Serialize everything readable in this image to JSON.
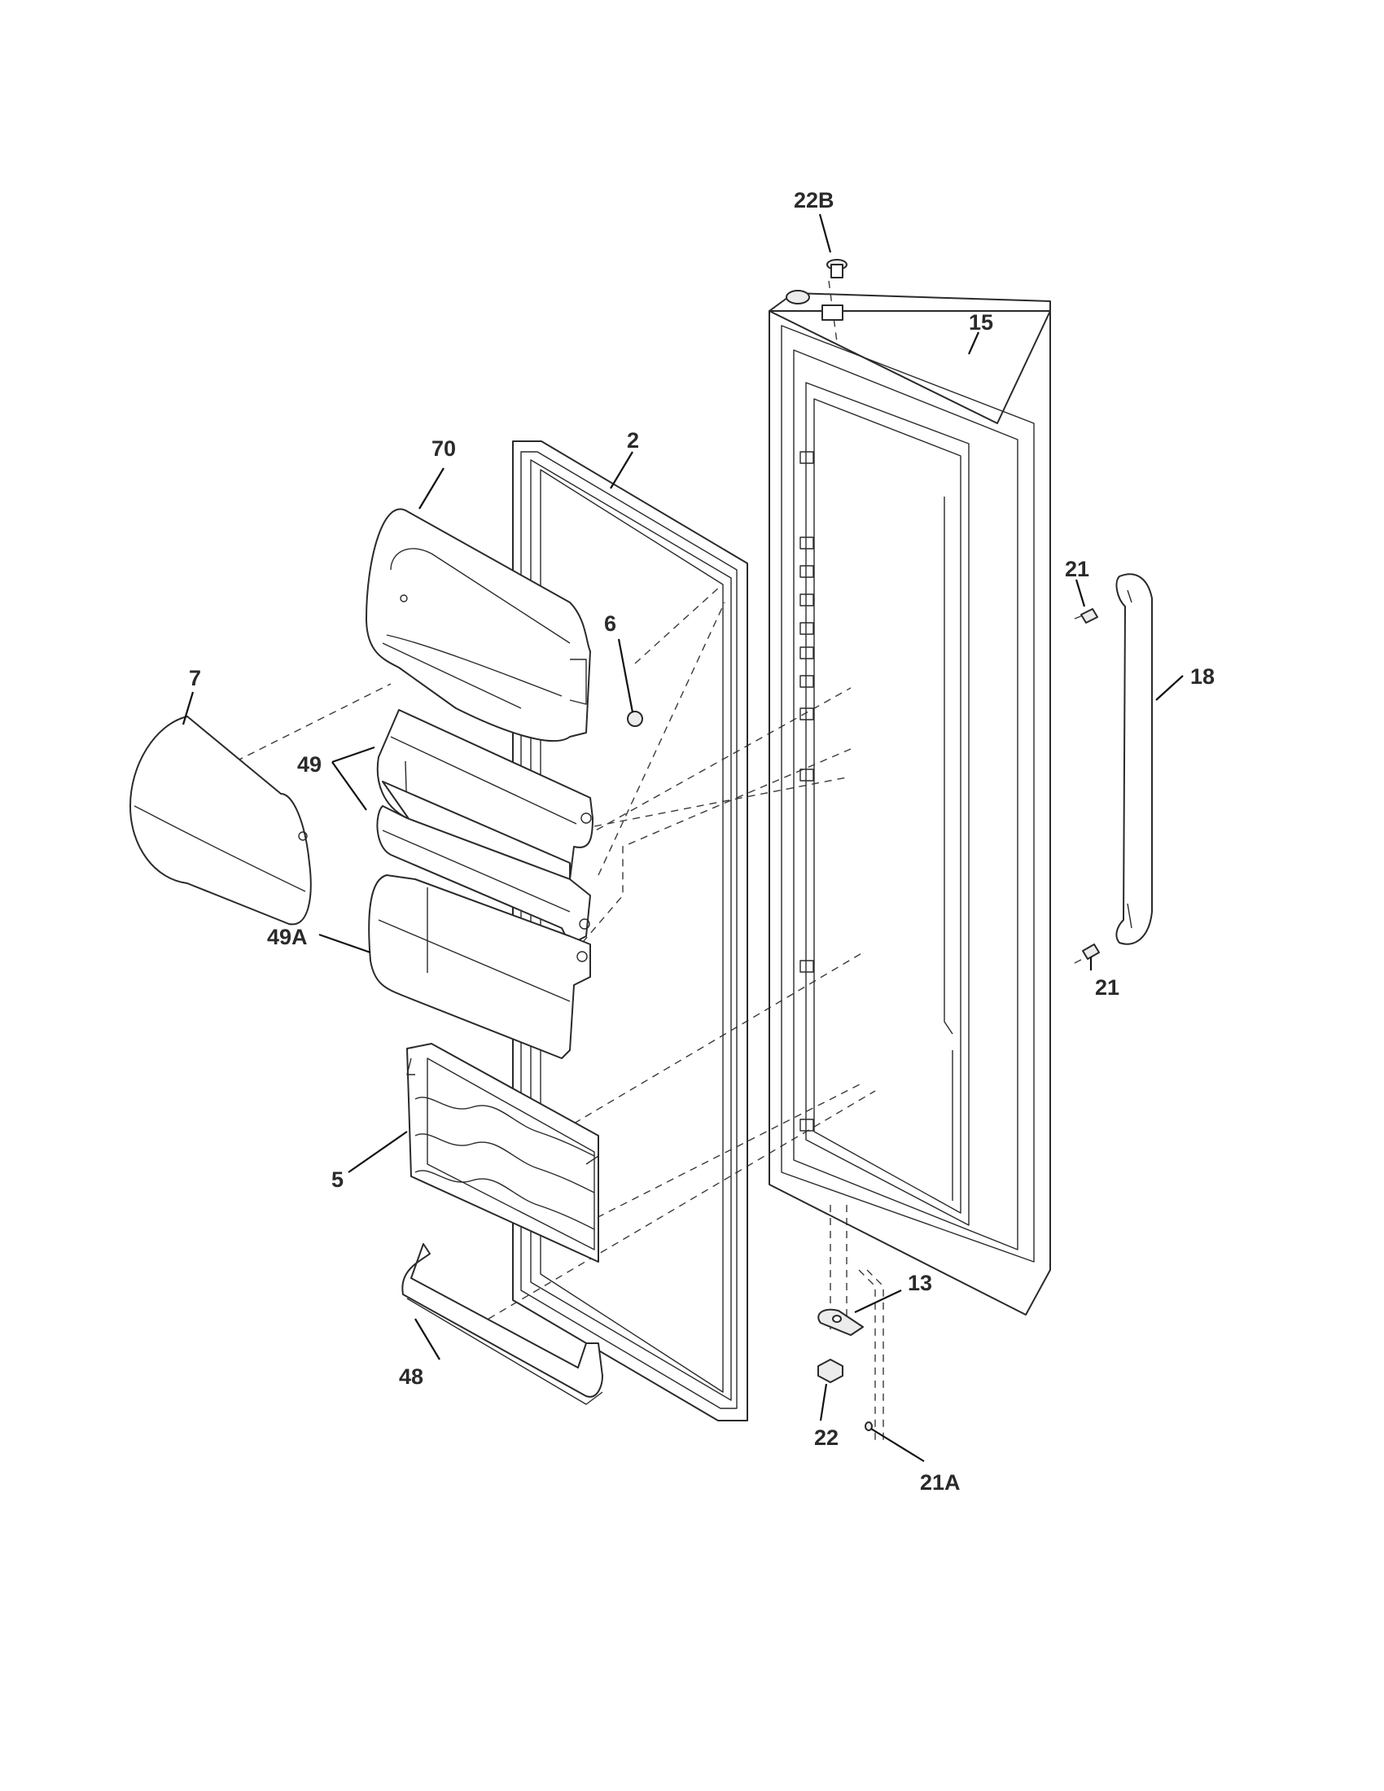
{
  "callouts": {
    "c22B": "22B",
    "c15": "15",
    "c70": "70",
    "c2": "2",
    "c6": "6",
    "c7": "7",
    "c49": "49",
    "c49A": "49A",
    "c21_top": "21",
    "c18": "18",
    "c21_bottom": "21",
    "c5": "5",
    "c13": "13",
    "c48": "48",
    "c22": "22",
    "c21A": "21A"
  },
  "colors": {
    "line": "#2a2a2a",
    "background": "#ffffff"
  }
}
